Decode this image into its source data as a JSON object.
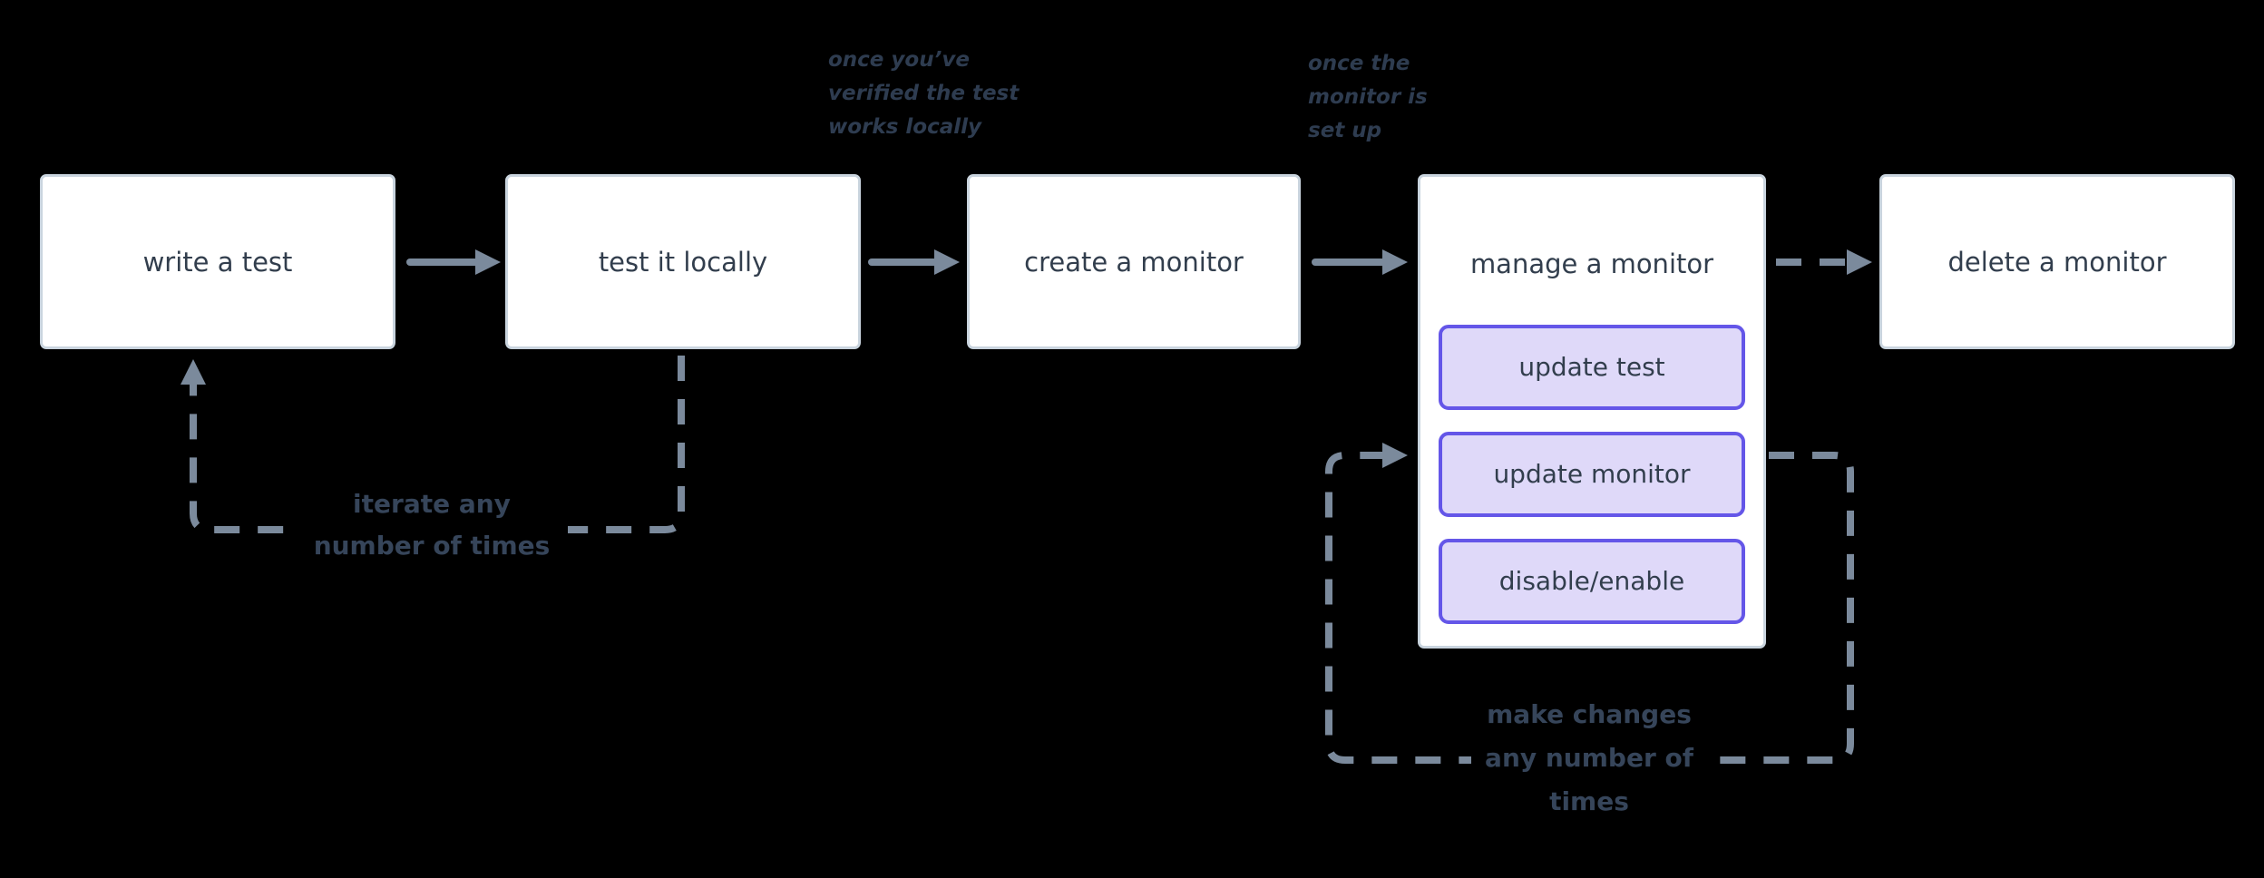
{
  "colors": {
    "background": "#000000",
    "node_fill": "#ffffff",
    "node_border": "#c9d4de",
    "node_text": "#323e4d",
    "arrow": "#7b8a9c",
    "accent_border": "#6456e8",
    "accent_fill": "#dfd9f9",
    "annotation_text": "#2e3c50",
    "loop_label_text": "#36455a"
  },
  "nodes": [
    {
      "label": "write a test"
    },
    {
      "label": "test it locally"
    },
    {
      "label": "create a monitor"
    },
    {
      "label": "manage a monitor",
      "actions": [
        {
          "label": "update test"
        },
        {
          "label": "update monitor"
        },
        {
          "label": "disable/enable"
        }
      ]
    },
    {
      "label": "delete a monitor"
    }
  ],
  "annotations": [
    {
      "lines": [
        "once you’ve",
        "verified the test",
        "works locally"
      ]
    },
    {
      "lines": [
        "once the",
        "monitor is",
        "set up"
      ]
    }
  ],
  "loop_labels": [
    {
      "lines": [
        "iterate any",
        "number of times"
      ]
    },
    {
      "lines": [
        "make changes",
        "any number of",
        "times"
      ]
    }
  ]
}
